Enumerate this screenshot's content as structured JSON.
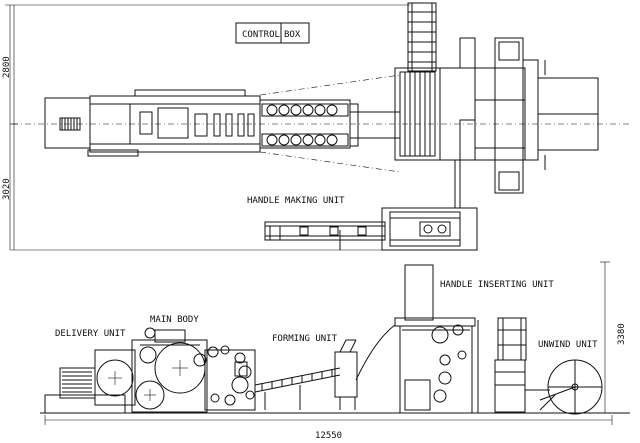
{
  "labels": {
    "control_box_left": "CONTROL",
    "control_box_right": "BOX",
    "handle_making_unit": "HANDLE MAKING UNIT",
    "handle_inserting_unit": "HANDLE INSERTING UNIT",
    "delivery_unit": "DELIVERY UNIT",
    "main_body": "MAIN BODY",
    "forming_unit": "FORMING UNIT",
    "unwind_unit": "UNWIND UNIT"
  },
  "dimensions": {
    "top_upper_height": "2800",
    "top_lower_height": "3020",
    "side_height": "3380",
    "total_length": "12550"
  }
}
